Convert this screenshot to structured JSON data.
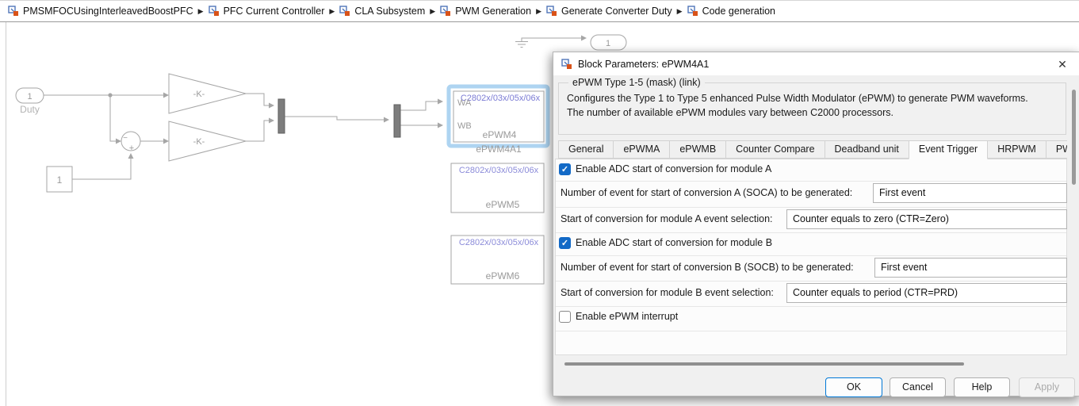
{
  "breadcrumb": {
    "separator": "▶",
    "items": [
      "PMSMFOCUsingInterleavedBoostPFC",
      "PFC Current Controller",
      "CLA Subsystem",
      "PWM Generation",
      "Generate Converter Duty",
      "Code generation"
    ]
  },
  "diagram": {
    "inport": {
      "label": "1",
      "name": "Duty"
    },
    "constant": {
      "value": "1"
    },
    "gain1": {
      "label": "-K-"
    },
    "gain2": {
      "label": "-K-"
    },
    "sum": {
      "minus": "−",
      "plus": "+"
    },
    "outport": {
      "label": "1"
    },
    "epwm4": {
      "chip": "C2802x/03x/05x/06x",
      "port_a": "WA",
      "port_b": "WB",
      "title": "ePWM4",
      "name": "ePWM4A1"
    },
    "epwm5": {
      "chip": "C2802x/03x/05x/06x",
      "title": "ePWM5"
    },
    "epwm6": {
      "chip": "C2802x/03x/05x/06x",
      "title": "ePWM6"
    }
  },
  "dialog": {
    "title": "Block Parameters: ePWM4A1",
    "close_icon": "✕",
    "check_icon": "✓",
    "mask_title": "ePWM Type 1-5 (mask) (link)",
    "description_line1": "Configures the Type 1 to Type 5 enhanced Pulse Width Modulator (ePWM) to generate PWM waveforms.",
    "description_line2": "The number of available ePWM modules vary between C2000 processors.",
    "tabs": [
      {
        "label": "General",
        "active": false
      },
      {
        "label": "ePWMA",
        "active": false
      },
      {
        "label": "ePWMB",
        "active": false
      },
      {
        "label": "Counter Compare",
        "active": false
      },
      {
        "label": "Deadband unit",
        "active": false
      },
      {
        "label": "Event Trigger",
        "active": true
      },
      {
        "label": "HRPWM",
        "active": false
      },
      {
        "label": "PW",
        "active": false
      }
    ],
    "fields": {
      "enable_soc_a": {
        "label": "Enable ADC start of conversion for module A",
        "checked": true
      },
      "soca_count": {
        "label": "Number of event for start of conversion A (SOCA) to be generated:",
        "value": "First event"
      },
      "soca_event": {
        "label": "Start of conversion for module A event selection:",
        "value": "Counter equals to zero (CTR=Zero)"
      },
      "enable_soc_b": {
        "label": "Enable ADC start of conversion for module B",
        "checked": true
      },
      "socb_count": {
        "label": "Number of event for start of conversion B (SOCB) to be generated:",
        "value": "First event"
      },
      "socb_event": {
        "label": "Start of conversion for module B event selection:",
        "value": "Counter equals to period (CTR=PRD)"
      },
      "enable_interrupt": {
        "label": "Enable ePWM interrupt",
        "checked": false
      }
    },
    "buttons": {
      "ok": "OK",
      "cancel": "Cancel",
      "help": "Help",
      "apply": "Apply"
    }
  },
  "colors": {
    "accent_blue": "#0078d7",
    "checkbox_blue": "#1269c6",
    "selection_halo": "#aed4f1",
    "chip_text": "#7b7bd4",
    "diagram_gray": "#a6a6a6"
  }
}
